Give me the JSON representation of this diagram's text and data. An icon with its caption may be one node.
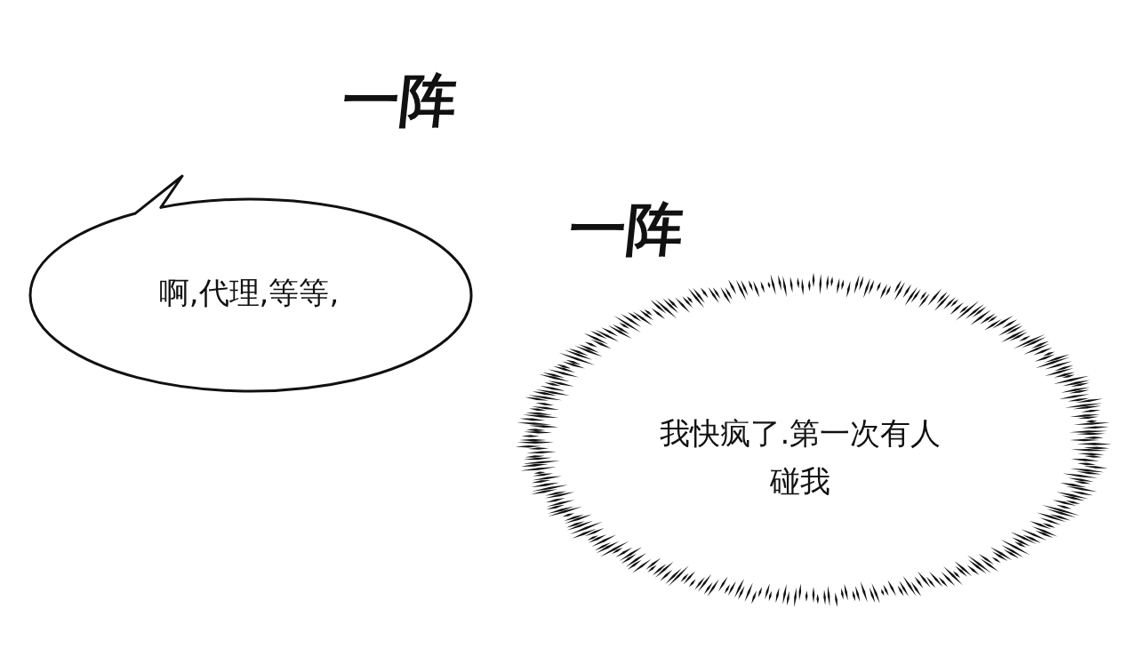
{
  "diagram": {
    "nodes": [
      {
        "text": [
          "啊,代理,等等,"
        ]
      },
      {
        "text": [
          "我快疯了.第一次有人碰我"
        ]
      }
    ],
    "labels": [
      "一阵",
      "一阵"
    ]
  }
}
